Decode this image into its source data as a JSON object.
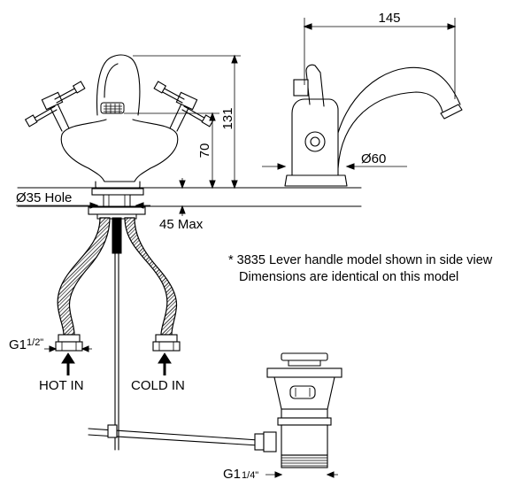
{
  "dimensions": {
    "spout_reach": "145",
    "total_height": "131",
    "spout_height": "70",
    "base_diameter": "Ø60",
    "hole": "Ø35 Hole",
    "max_thickness": "45 Max",
    "inlet_thread_prefix": "G1",
    "inlet_thread_fraction": "1/2\"",
    "waste_thread_prefix": "G1",
    "waste_thread_fraction": "1/4\""
  },
  "labels": {
    "hot_in": "HOT IN",
    "cold_in": "COLD IN"
  },
  "note": {
    "line1": "* 3835 Lever handle model shown in side view",
    "line2": "Dimensions are identical on this model"
  }
}
